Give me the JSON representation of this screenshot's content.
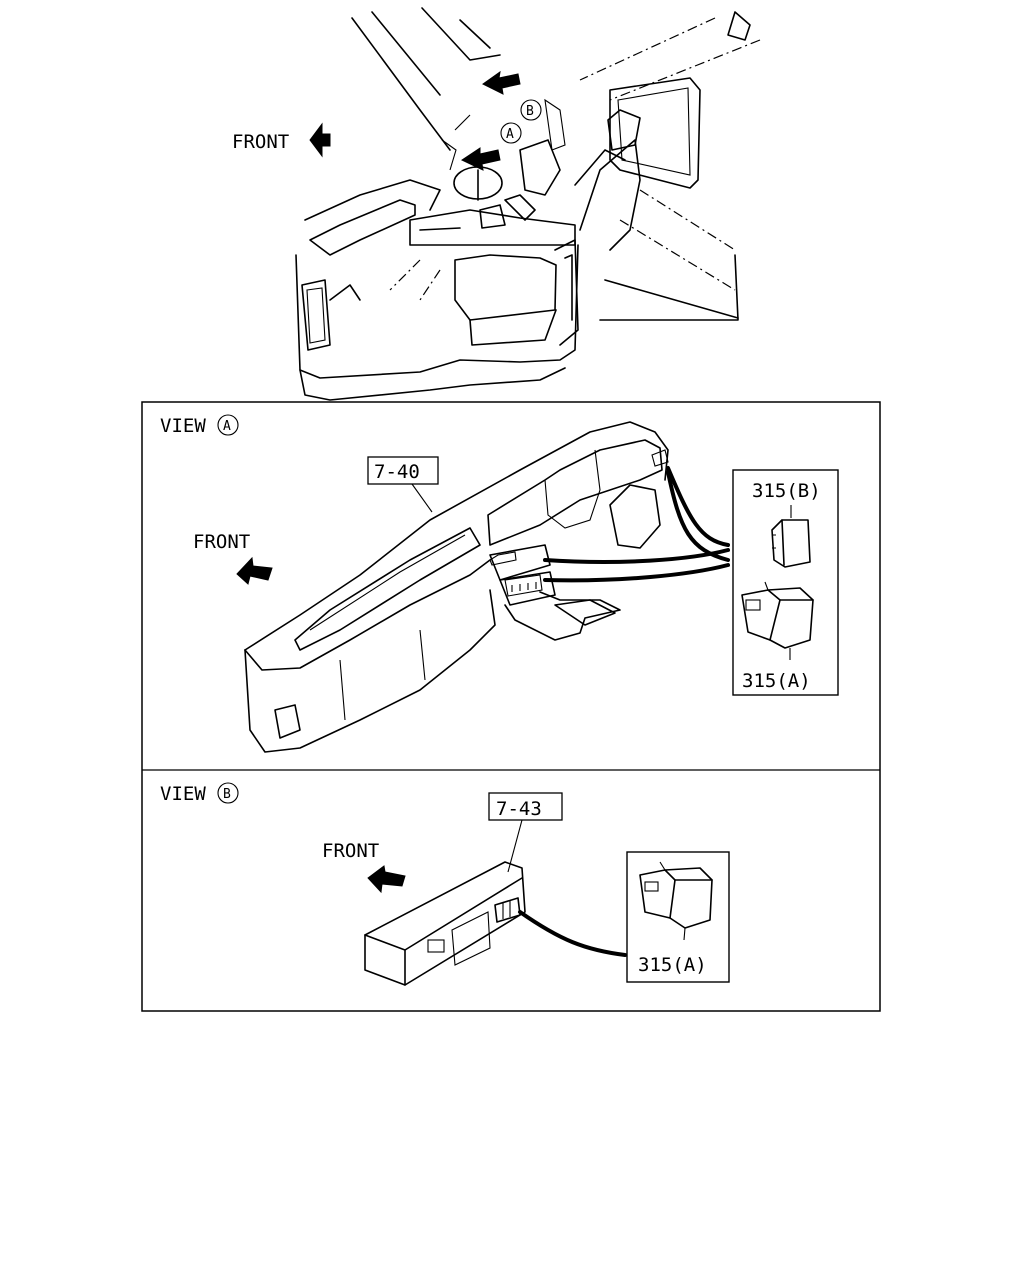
{
  "overview": {
    "front_label": "FRONT",
    "marker_a": "A",
    "marker_b": "B"
  },
  "view_a": {
    "title": "VIEW",
    "marker": "A",
    "front_label": "FRONT",
    "ref_dashboard": "7-40",
    "part_top": "315(B)",
    "part_bottom": "315(A)"
  },
  "view_b": {
    "title": "VIEW",
    "marker": "B",
    "front_label": "FRONT",
    "ref_console": "7-43",
    "part": "315(A)"
  }
}
